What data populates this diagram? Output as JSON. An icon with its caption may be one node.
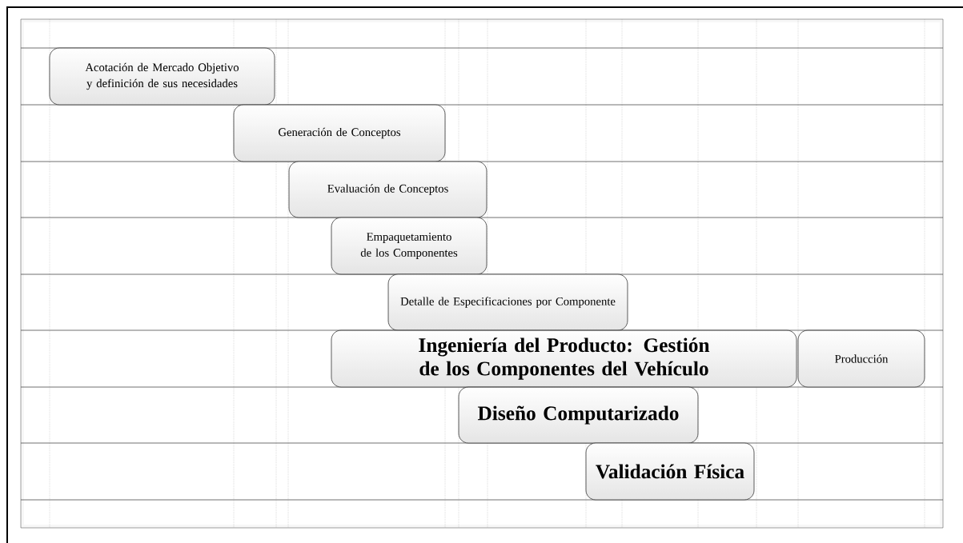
{
  "diagram": {
    "nodes": [
      {
        "text": [
          "Acotación de Mercado Objetivo y definición de sus necesidades"
        ]
      },
      {
        "text": [
          "Generación de Conceptos"
        ]
      },
      {
        "text": [
          "Evaluación de Conceptos"
        ]
      },
      {
        "text": [
          "Empaquetamiento de los Componentes"
        ]
      },
      {
        "text": [
          "Detalle de Especificaciones por Componente"
        ]
      },
      {
        "text": [
          "Ingeniería del Producto: Gestión de los Componentes del Vehículo"
        ]
      },
      {
        "text": [
          "Producción"
        ]
      },
      {
        "text": [
          "Diseño Computarizado"
        ]
      },
      {
        "text": [
          "Validación Física"
        ]
      }
    ]
  }
}
